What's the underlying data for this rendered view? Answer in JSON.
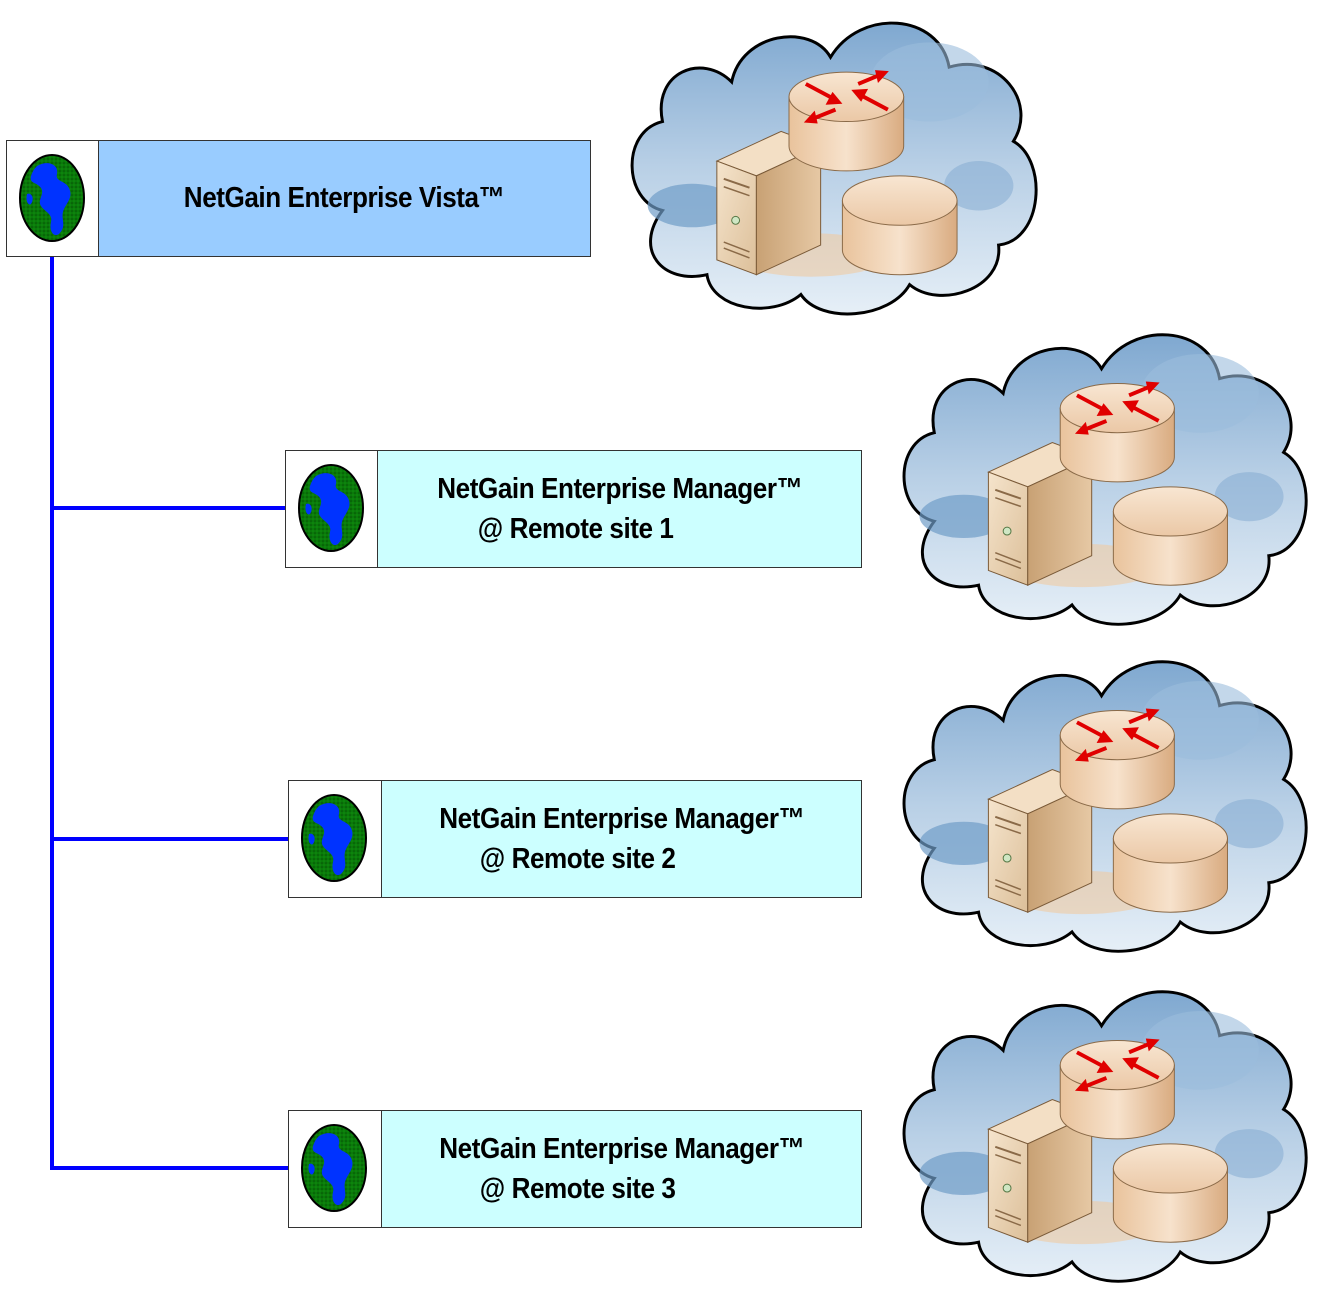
{
  "vista": {
    "title": "NetGain Enterprise Vista™"
  },
  "managers": [
    {
      "line1": "NetGain Enterprise Manager™",
      "line2": "@ Remote site 1"
    },
    {
      "line1": "NetGain Enterprise Manager™",
      "line2": "@ Remote site 2"
    },
    {
      "line1": "NetGain Enterprise Manager™",
      "line2": "@ Remote site 3"
    }
  ],
  "icons": {
    "node_icon": "globe-icon",
    "network_icon": "network-cloud-icon"
  },
  "colors": {
    "connector": "#0000ff",
    "vista_fill": "#99ccff",
    "manager_fill": "#ccffff",
    "globe_land": "#0033ff",
    "globe_sea": "#008000"
  }
}
